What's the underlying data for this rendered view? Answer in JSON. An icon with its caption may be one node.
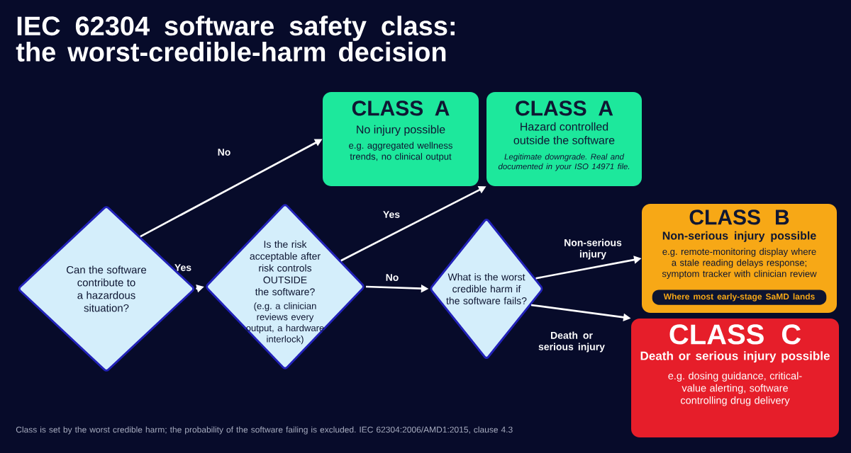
{
  "diagram": {
    "title": "IEC 62304 software safety class: the worst-credible-harm decision",
    "caption": "Class is set by the worst credible harm; the probability of the software failing is excluded. IEC 62304:2006/AMD1:2015, clause 4.3",
    "nodes": [
      {
        "text": [
          "Can the software contribute to a hazardous situation?"
        ]
      },
      {
        "text": [
          "Is the risk acceptable after risk controls OUTSIDE the software?",
          "(e.g. a clinician reviews every output, a hardware interlock)"
        ]
      },
      {
        "text": [
          "What is the worst credible harm if the software fails?"
        ]
      },
      {
        "text": [
          "CLASS A",
          "No injury possible",
          "e.g. aggregated wellness trends, no clinical output"
        ]
      },
      {
        "text": [
          "CLASS A",
          "Hazard controlled outside the software",
          "Legitimate downgrade. Real and documented in your ISO 14971 file."
        ]
      },
      {
        "text": [
          "CLASS B",
          "Non-serious injury possible",
          "e.g. remote-monitoring display where a stale reading delays response; symptom tracker with clinician review",
          "Where most early-stage SaMD lands"
        ]
      },
      {
        "text": [
          "CLASS C",
          "Death or serious injury possible",
          "e.g. dosing guidance, critical-value alerting, software controlling drug delivery"
        ]
      }
    ],
    "edges": [
      {
        "from": 0,
        "to": 3,
        "arrow": "to",
        "label": "No"
      },
      {
        "from": 0,
        "to": 1,
        "arrow": "to",
        "label": "Yes"
      },
      {
        "from": 1,
        "to": 4,
        "arrow": "to",
        "label": "Yes"
      },
      {
        "from": 1,
        "to": 2,
        "arrow": "to",
        "label": "No"
      },
      {
        "from": 2,
        "to": 5,
        "arrow": "to",
        "label": "Non-serious injury"
      },
      {
        "from": 2,
        "to": 6,
        "arrow": "to",
        "label": "Death or serious injury"
      }
    ]
  }
}
